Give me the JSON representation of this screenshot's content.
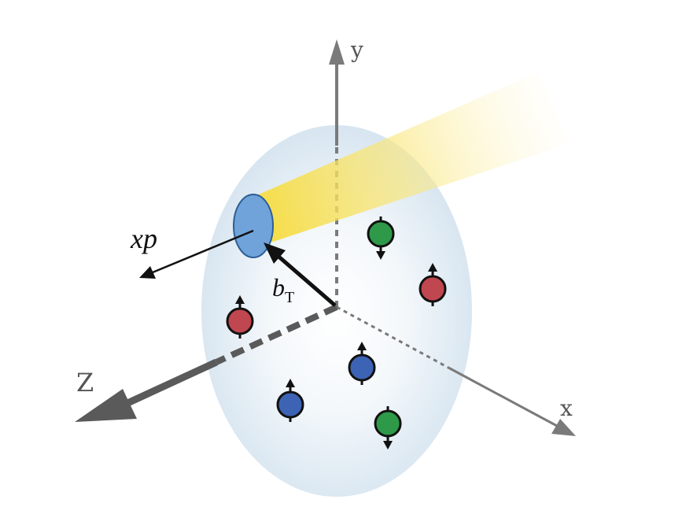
{
  "labels": {
    "axis_y": "y",
    "axis_x": "x",
    "axis_z": "Z",
    "momentum": "xp",
    "impact_main": "b",
    "impact_sub": "T"
  },
  "quarks": [
    {
      "id": "quark-green-top",
      "color": "#2e9a49",
      "spin": "down"
    },
    {
      "id": "quark-red-right",
      "color": "#c0464f",
      "spin": "up"
    },
    {
      "id": "quark-red-left",
      "color": "#c0464f",
      "spin": "up"
    },
    {
      "id": "quark-blue-center",
      "color": "#3d63b5",
      "spin": "up"
    },
    {
      "id": "quark-blue-bottom",
      "color": "#3d63b5",
      "spin": "up"
    },
    {
      "id": "quark-green-bottom",
      "color": "#2e9a49",
      "spin": "down"
    }
  ],
  "colors": {
    "nucleon_cloud": "#dbe7f1",
    "beam": "#f7e15a",
    "parton_disk": "#6fa3da",
    "axis": "#7a7a7a",
    "z_axis": "#5a5a5a",
    "vector": "#111111"
  }
}
